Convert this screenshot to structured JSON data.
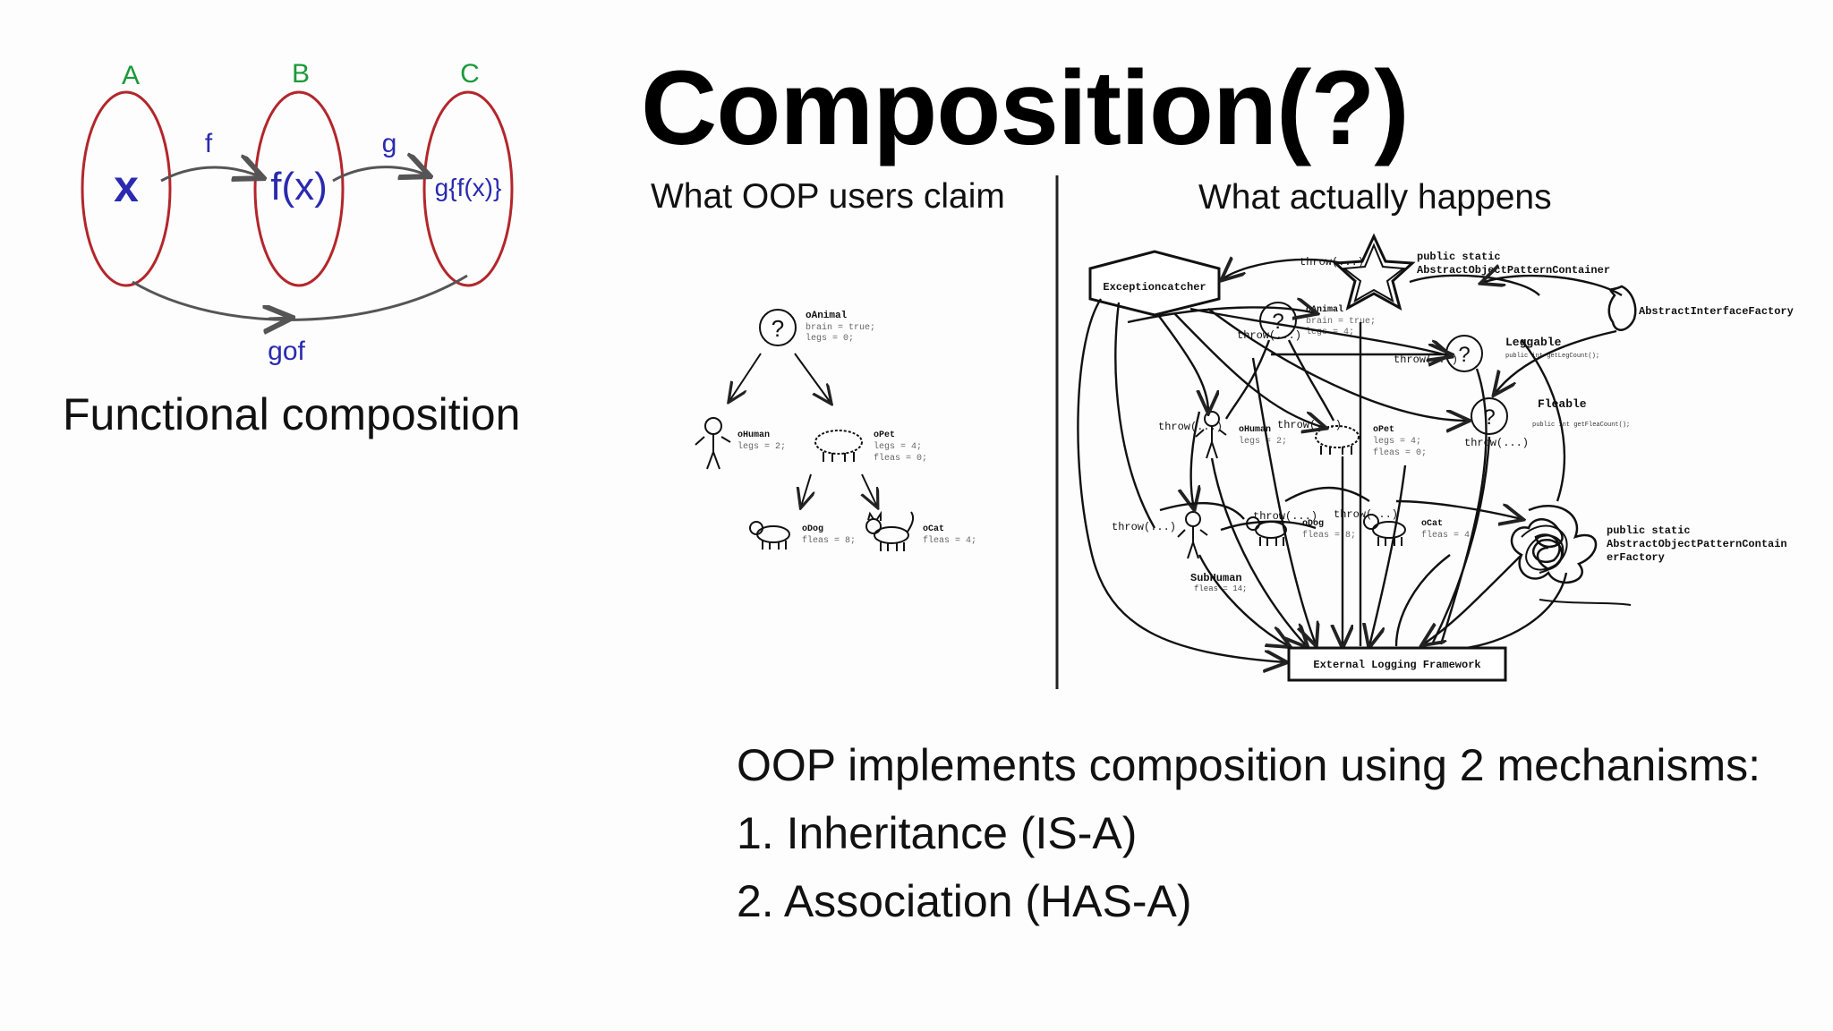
{
  "slide": {
    "title": "Composition(?)",
    "left_caption": "Functional composition",
    "claim_heading": "What OOP users claim",
    "actual_heading": "What actually happens",
    "bullets": [
      "OOP implements composition using 2 mechanisms:",
      "1. Inheritance (IS-A)",
      "2. Association (HAS-A)"
    ]
  },
  "functional_diagram": {
    "sets": [
      "A",
      "B",
      "C"
    ],
    "elements": [
      "x",
      "f(x)",
      "g{f(x)}"
    ],
    "arrows": [
      "f",
      "g",
      "gof"
    ],
    "colors": {
      "set_label": "#1a9a3a",
      "set_outline": "#b3262b",
      "element": "#2a2ab0",
      "arrow": "#555555"
    }
  },
  "claim_diagram": {
    "nodes": [
      {
        "name": "oAnimal",
        "props": [
          "brain = true;",
          "legs = 0;"
        ]
      },
      {
        "name": "oHuman",
        "props": [
          "legs = 2;"
        ]
      },
      {
        "name": "oPet",
        "props": [
          "legs = 4;",
          "fleas = 0;"
        ]
      },
      {
        "name": "oDog",
        "props": [
          "fleas = 8;"
        ]
      },
      {
        "name": "oCat",
        "props": [
          "fleas = 4;"
        ]
      }
    ]
  },
  "actual_diagram": {
    "exception_catcher": "Exceptioncatcher",
    "container": [
      "public static",
      "AbstractObjectPatternContainer"
    ],
    "interface_factory": "AbstractInterfaceFactory",
    "leggable": "Leggable",
    "leggable_method": "public int getLegCount();",
    "fleable": "Fleable",
    "fleable_method": "public int getFleaCount();",
    "pattern_factory": [
      "public static",
      "AbstractObjectPatternContain",
      "erFactory"
    ],
    "logging": "External Logging Framework",
    "throw_label": "throw(...)",
    "animal": "oAnimal",
    "animal_props": [
      "brain = true;",
      "legs = 4;"
    ],
    "human": "oHuman",
    "human_props": "legs = 2;",
    "pet": "oPet",
    "pet_props": [
      "legs = 4;",
      "fleas = 0;"
    ],
    "dog": "oDog",
    "dog_props": "fleas = 8;",
    "cat": "oCat",
    "cat_props": "fleas = 4;",
    "subhuman": "SubHuman",
    "subhuman_props": "fleas = 14;"
  }
}
